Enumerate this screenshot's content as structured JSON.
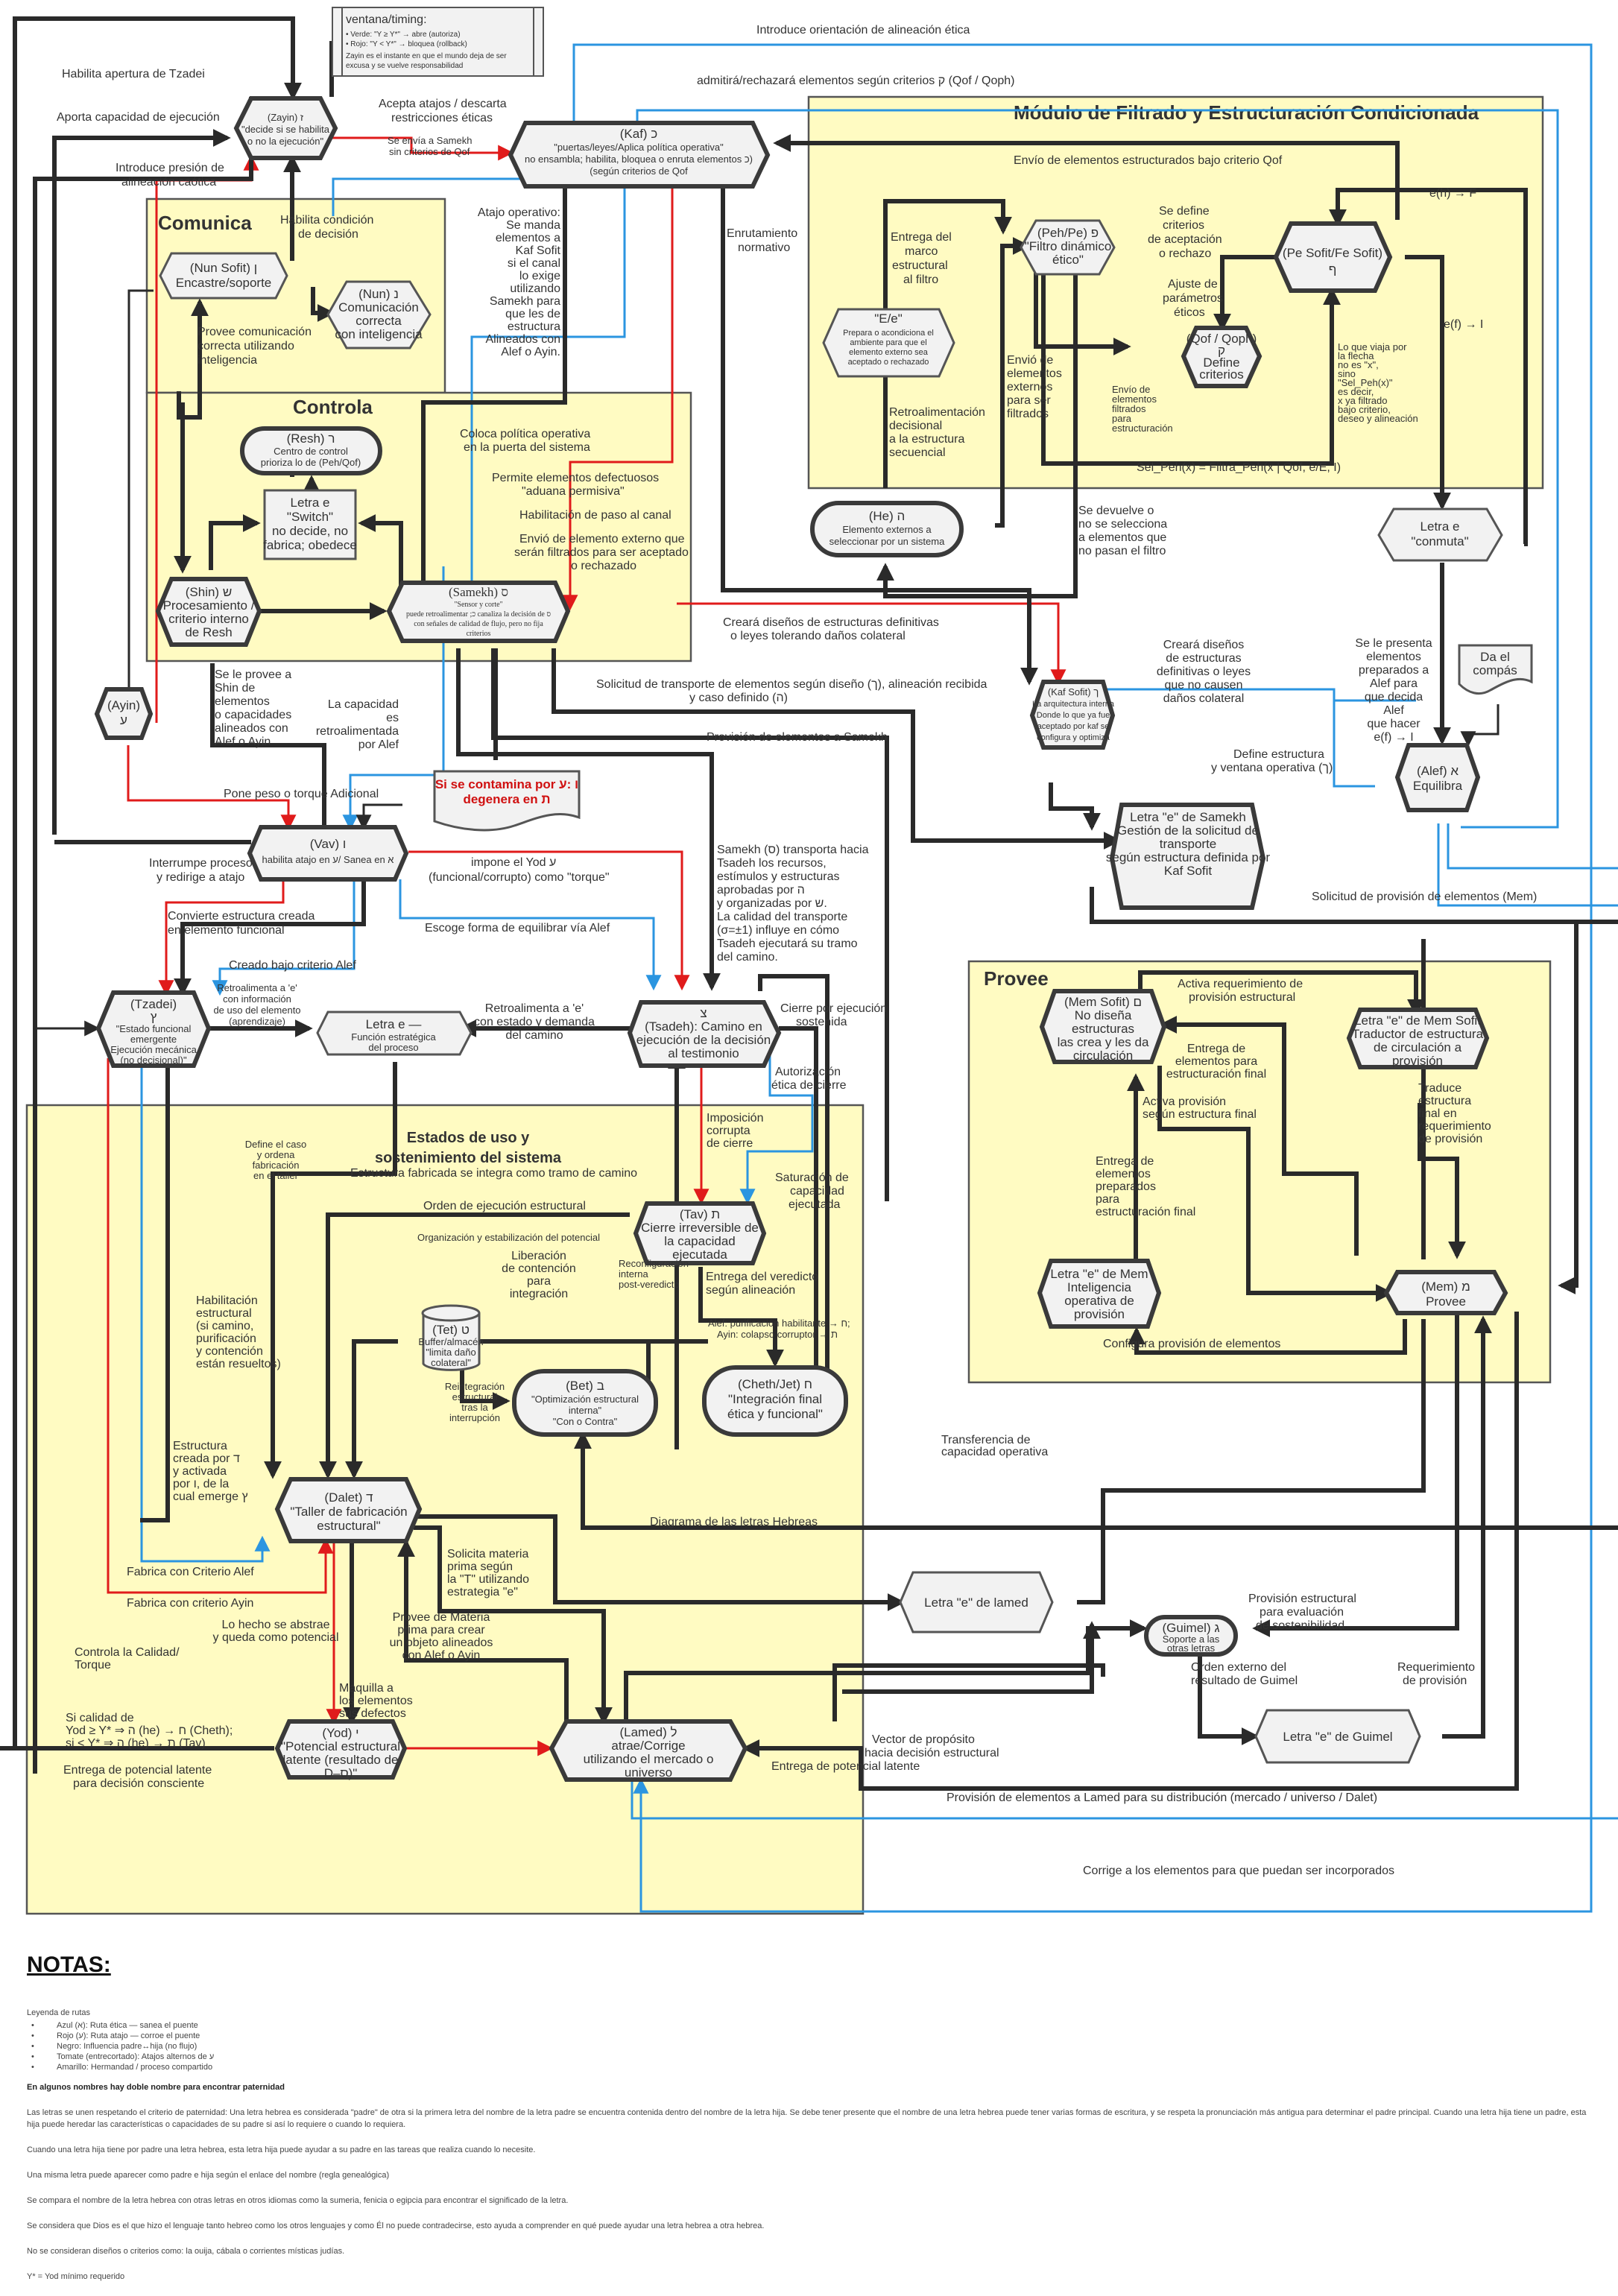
{
  "diagram": {
    "title": "Diagrama de las letras Hebreas",
    "route_colors": {
      "ethical_blue": "#2b95e0",
      "shortcut_red": "#e01b1b",
      "influence_black": "#2a2a2a",
      "alternate_tomato": "#f0a030",
      "shared_yellow": "#f0c030",
      "group_fill": "#fffbc2",
      "node_fill": "#f2f2f2"
    }
  },
  "note_window": {
    "title": "ventana/timing:",
    "lines": [
      "• Verde: \"Y ≥ Y*\" → abre (autoriza)",
      "• Rojo: \"Y < Y*\" → bloquea (rollback)",
      "Zayin es el instante en que el mundo deja de ser",
      "excusa y se vuelve responsabilidad"
    ]
  },
  "groups": {
    "comunica": "Comunica",
    "controla": "Controla",
    "modulo": "Módulo de Filtrado y Estructuración Condicionada",
    "provee": "Provee",
    "estados": [
      "Estados de uso y",
      "sostenimiento del sistema"
    ]
  },
  "nodes": {
    "zayin": [
      "(Zayin) ז",
      "\"decide si se habilita",
      "o no la ejecución\""
    ],
    "kaf": [
      "(Kaf) כ",
      "\"puertas/leyes/Aplica política operativa\"",
      "no ensambla; habilita, bloquea o enruta elementos כ)",
      "(según criterios de Qof"
    ],
    "nun_sofit": [
      "(Nun Sofit) ן",
      "Encastre/soporte"
    ],
    "nun": [
      "(Nun) נ",
      "Comunicación",
      "correcta",
      "con inteligencia"
    ],
    "resh": [
      "(Resh) ר",
      "Centro de control",
      "prioriza lo de (Peh/Qof)"
    ],
    "switch": [
      "Letra e",
      "\"Switch\"",
      "no decide, no",
      "fabrica; obedece"
    ],
    "shin": [
      "(Shin) ש",
      "Procesamiento /",
      "criterio interno",
      "de Resh"
    ],
    "samekh": [
      "(Samekh) ס",
      "\"Sensor y corte\"",
      "puede retroalimentar ;כ canaliza la decisión de ס",
      "con señales de calidad de flujo, pero no fija",
      "criterios"
    ],
    "ee": [
      "\"E/e\"",
      "Prepara o acondiciona el",
      "ambiente para que el",
      "elemento externo sea",
      "aceptado o rechazado"
    ],
    "peh": [
      "(Peh/Pe) פ",
      "\"Filtro dinámico",
      "ético\""
    ],
    "pe_sofit": [
      "(Pe Sofit/Fe Sofit)",
      "ף"
    ],
    "qof": [
      "(Qof / Qoph)",
      "ק",
      "Define",
      "criterios"
    ],
    "he": [
      "(He) ה",
      "Elemento externos a",
      "seleccionar por un sistema"
    ],
    "conmuta": [
      "Letra e",
      "\"conmuta\""
    ],
    "kaf_sofit": [
      "(Kaf Sofit) ך",
      "La arquitectura interna",
      "Donde lo que ya fue",
      "aceptado por kaf se",
      "configura y optimiza"
    ],
    "alef": [
      "(Alef) א",
      "Equilibra"
    ],
    "compas": [
      "Da el",
      "compás"
    ],
    "letra_samekh": [
      "Letra \"e\" de Samekh",
      "Gestión de la solicitud de",
      "transporte",
      "según estructura definida por",
      "Kaf Sofit"
    ],
    "ayin": [
      "(Ayin)",
      "ע"
    ],
    "vav": [
      "(Vav) ו",
      "habilita atajo en ע/  Sanea en א"
    ],
    "contamina": [
      "Si se contamina por ו :ע",
      "degenera en ת"
    ],
    "tzadei": [
      "(Tzadei)",
      "ץ",
      "\"Estado funcional",
      "emergente",
      "Ejecución mecánica",
      "(no decisional)\""
    ],
    "letra_e_func": [
      "Letra e —",
      "Función estratégica",
      "del proceso"
    ],
    "tsadeh": [
      "צ",
      "(Tsadeh): Camino en",
      "ejecución de la decisión",
      "al testimonio"
    ],
    "mem_sofit": [
      "(Mem Sofit) ם",
      "No diseña",
      "estructuras",
      "las crea y les da",
      "circulación"
    ],
    "letra_mem_sofit": [
      "Letra \"e\" de Mem Sofit",
      "Traductor de estructura",
      "de circulación a",
      "provisión"
    ],
    "letra_mem": [
      "Letra \"e\" de Mem",
      "Inteligencia",
      "operativa de",
      "provisión"
    ],
    "mem": [
      "(Mem) מ",
      "Provee"
    ],
    "tav": [
      "(Tav) ת",
      "Cierre irreversible de",
      "la capacidad",
      "ejecutada"
    ],
    "tet": [
      "(Tet) ט",
      "Buffer/almacén",
      "\"limita daño",
      "colateral\""
    ],
    "bet": [
      "(Bet) ב",
      "\"Optimización estructural",
      "interna\"",
      "\"Con o Contra\""
    ],
    "cheth": [
      "(Cheth/Jet) ח",
      "\"Integración final",
      "ética y funcional\""
    ],
    "dalet": [
      "(Dalet) ד",
      "\"Taller de fabricación",
      "estructural\""
    ],
    "yod": [
      "(Yod) י",
      "\"Potencial estructural",
      "latente (resultado de",
      "D–ס)\""
    ],
    "lamed": [
      "(Lamed) ל",
      "atrae/Corrige",
      "utilizando el mercado o",
      "universo"
    ],
    "letra_lamed": [
      "Letra \"e\" de lamed"
    ],
    "guimel": [
      "(Guimel) ג",
      "Soporte a las",
      "otras letras"
    ],
    "letra_guimel": [
      "Letra \"e\" de Guimel"
    ]
  },
  "labels": {
    "habilita_tzadei": "Habilita apertura de Tzadei",
    "aporta_capacidad": "Aporta capacidad de ejecución",
    "introduce_presion": [
      "Introduce presión de",
      "alineación caótica"
    ],
    "acepta_atajos": [
      "Acepta atajos / descarta",
      "restricciones éticas"
    ],
    "se_envia_samekh": [
      "Se envía a Samekh",
      "sin criterios de Qof"
    ],
    "introduce_orientacion": "Introduce orientación de alineación ética",
    "admitira": "admitirá/rechazará elementos según criterios ק (Qof / Qoph)",
    "habilita_condicion": [
      "Habilita condición",
      "de decisión"
    ],
    "provee_comunicacion": [
      "Provee comunicación",
      "correcta utilizando",
      "inteligencia"
    ],
    "atajo_operativo": [
      "Atajo operativo:",
      "Se manda",
      "elementos a",
      "Kaf Sofit",
      "si el canal",
      "lo exige",
      "utilizando",
      "Samekh para",
      "que les de",
      "estructura",
      "Alineados con",
      "Alef o Ayin."
    ],
    "enrutamiento": [
      "Enrutamiento",
      "normativo"
    ],
    "envio_estructurados": "Envío de elementos estructurados bajo criterio Qof",
    "entrega_marco": [
      "Entrega del",
      "marco",
      "estructural",
      "al filtro"
    ],
    "se_define_criterios": [
      "Se define",
      "criterios",
      "de aceptación",
      "o rechazo"
    ],
    "ajuste_parametros": [
      "Ajuste de",
      "parámetros",
      "éticos"
    ],
    "eh_f": "e(h) → F",
    "ef_i": "e(f) → I",
    "envio_externos": [
      "Envió de",
      "elementos",
      "externos",
      "para ser",
      "filtrados"
    ],
    "envio_filtrados": [
      "Envío de",
      "elementos",
      " filtrados",
      "para",
      "estructuración"
    ],
    "lo_que_viaja": [
      "Lo que viaja por",
      "la flecha",
      "no es \"x\",",
      "sino",
      "\"Sel_Peh(x)\"",
      "es decir,",
      "x ya filtrado",
      " bajo criterio,",
      "deseo y alineación"
    ],
    "retroalimentacion_decisional": [
      "Retroalimentación",
      "decisional",
      "a la estructura",
      "secuencial"
    ],
    "sel_peh": "Sel_Peh(x) = Filtra_Peh(x | Qof, e/E, I)",
    "se_devuelve": [
      "Se devuelve o",
      "no se selecciona",
      "a elementos que",
      "no pasan el filtro"
    ],
    "coloca_politica": [
      "Coloca política operativa",
      "en la puerta del sistema"
    ],
    "permite_defectuosos": [
      "Permite elementos defectuosos",
      "\"aduana permisiva\""
    ],
    "habilitacion_paso": "Habilitación de paso al canal",
    "envio_elemento_externo": [
      "Envió de elemento externo que",
      "serán filtrados para ser aceptado",
      "o rechazado"
    ],
    "creara_disenos_colateral": [
      "Creará diseños de estructuras definitivas",
      "o leyes tolerando daños colateral"
    ],
    "solicitud_transporte": [
      "Solicitud de transporte de elementos según diseño (ך), alineación recibida",
      "y caso definido (ה)"
    ],
    "creara_disenos_sin": [
      "Creará diseños",
      "de estructuras",
      "definitivas o leyes",
      "que no causen",
      "daños colateral"
    ],
    "se_le_presenta": [
      "Se le presenta",
      "elementos",
      "preparados a",
      "Alef para",
      "que decida",
      "Alef",
      "que hacer",
      "e(f) → I"
    ],
    "provision_samekh": "Provisión de elementos a Samekh",
    "define_estructura": [
      "Define estructura",
      "y ventana operativa (ך)"
    ],
    "solicitud_mem": "Solicitud de provisión de elementos (Mem)",
    "se_le_provee_shin": [
      "Se le provee a",
      "Shin de",
      "elementos",
      "o capacidades",
      "alineados con",
      "Alef o Ayin"
    ],
    "capacidad_retro": [
      "La capacidad",
      "es",
      "retroalimentada",
      "por Alef"
    ],
    "pone_peso": "Pone peso o torque Adicional",
    "interrumpe": [
      "Interrumpe proceso",
      "y redirige a atajo"
    ],
    "impone_yod": [
      "impone el Yod ע",
      "(funcional/corrupto) como \"torque\""
    ],
    "convierte": [
      "Convierte estructura creada",
      "en elemento funcional"
    ],
    "escoge_forma": "Escoge forma de equilibrar vía Alef",
    "creado_alef": "Creado bajo criterio Alef",
    "samekh_transporta": [
      "Samekh (ס) transporta hacia",
      "Tsadeh los recursos,",
      "estímulos y estructuras",
      "aprobadas por ה",
      "y organizadas por ש.",
      "La calidad del transporte",
      "(σ=±1) influye en cómo",
      " Tsadeh ejecutará su tramo",
      "del camino."
    ],
    "retro_info_uso": [
      "Retroalimenta a 'e'",
      "con información",
      "de uso del elemento",
      "(aprendizaje)"
    ],
    "retro_estado": [
      "Retroalimenta a 'e'",
      "con estado y demanda",
      "del camino"
    ],
    "cierre_sostenida": [
      "Cierre por ejecución",
      "sostenida"
    ],
    "autorizacion_etica": [
      "Autorización",
      "ética de cierre"
    ],
    "imposicion_corrupta": [
      "Imposición",
      "corrupta",
      "de cierre"
    ],
    "saturacion": [
      "Saturación de",
      "capacidad",
      "ejecutada"
    ],
    "activa_requerimiento": [
      "Activa requerimiento de",
      "provisión estructural"
    ],
    "entrega_estructuracion_final": [
      "Entrega de",
      "elementos para",
      "estructuración final"
    ],
    "activa_provision": [
      "Activa provisión",
      "según estructura final"
    ],
    "traduce_estructura": [
      "Traduce",
      "estructura",
      " final en",
      "requerimiento",
      "de provisión"
    ],
    "entrega_preparados": [
      "Entrega de",
      "elementos",
      "preparados",
      "para",
      "estructuración final"
    ],
    "configura_provision": "Configura provisión de elementos",
    "define_caso": [
      "Define el caso",
      "y ordena",
      "fabricación",
      "en el taller"
    ],
    "estructura_integra": "Estructura fabricada se integra como tramo de camino",
    "orden_ejecucion": "Orden de ejecución estructural",
    "organizacion_potencial": "Organización y estabilización del potencial",
    "entrega_veredicto": [
      "Entrega del veredicto",
      "según alineación"
    ],
    "alef_ayin_purif": [
      "Alef: purificación habilitante → ח;",
      "Ayin: colapso corruptor → ת"
    ],
    "reconfiguracion": [
      "Reconfiguración",
      "interna",
      "post-veredicto"
    ],
    "liberacion": [
      "Liberación",
      "de contención",
      "para",
      "integración"
    ],
    "habilitacion_estructural": [
      "Habilitación",
      " estructural",
      "(si camino,",
      "purificación",
      "y contención",
      "están resueltos)"
    ],
    "reintegracion": [
      "Reintegración",
      "estructural",
      "tras la",
      "interrupción"
    ],
    "estructura_creada_dalet": [
      "Estructura",
      "creada por ד",
      " y activada",
      " por ו, de la",
      "cual emerge ץ"
    ],
    "diagrama_letras": "Diagrama de las letras Hebreas",
    "transferencia": [
      "Transferencia de",
      "capacidad operativa"
    ],
    "fabrica_alef": "Fabrica con Criterio Alef",
    "fabrica_ayin": "Fabrica con criterio Ayin",
    "solicita_materia": [
      "Solicita materia",
      "prima según",
      "la \"T\" utilizando",
      "estrategia \"e\""
    ],
    "lo_hecho": [
      "Lo hecho se abstrae",
      "y queda como potencial"
    ],
    "provee_materia": [
      "Provee de Materia",
      "prima para crear",
      "un objeto alineados",
      "con Alef o Ayin"
    ],
    "maquilla": [
      "Maquilla a",
      "los elementos",
      "sus defectos"
    ],
    "controla_calidad": [
      "Controla la Calidad/",
      "Torque"
    ],
    "si_calidad": [
      "Si calidad de",
      " Yod ≥ Y* ⇒ ה (he) → ח (Cheth);",
      "si < Y* ⇒ ה (he) → ת (Tav)"
    ],
    "entrega_potencial": [
      "Entrega de potencial latente",
      "para decisión consciente"
    ],
    "provision_estructural_eval": [
      "Provisión estructural",
      "para evaluación",
      "de sostenibilidad"
    ],
    "orden_externo": [
      "Orden externo del",
      "resultado de Guimel"
    ],
    "requerimiento_provision": [
      "Requerimiento",
      "de provisión"
    ],
    "vector_proposito": [
      "Vector de propósito",
      "hacia decisión estructural"
    ],
    "provision_lamed": "Provisión de elementos a Lamed para su distribución (mercado / universo / Dalet)",
    "corrige": "Corrige a los elementos para que puedan ser incorporados"
  },
  "notes": {
    "heading": "NOTAS:",
    "legend_title": "Leyenda de rutas",
    "legend": [
      "Azul (א): Ruta ética — sanea el puente",
      "Rojo (ע): Ruta atajo — corroe el puente",
      "Negro: Influencia padre↔hija (no flujo)",
      "Tomate (entrecortado): Atajos alternos de ע",
      "Amarillo: Hermandad / proceso compartido"
    ],
    "bold_line": "En algunos nombres hay doble nombre para encontrar paternidad",
    "paragraphs": [
      "Las letras se unen respetando el criterio de paternidad: Una letra hebrea es considerada \"padre\" de otra si la primera letra del nombre de la letra padre se encuentra contenida dentro del nombre de la letra hija. Se debe tener presente que el nombre de una letra hebrea puede tener varias formas de escritura, y se respeta la pronunciación más antigua para determinar el padre principal. Cuando una letra hija tiene un padre, esta hija puede heredar las características o capacidades de su padre si así lo requiere o cuando lo requiera.",
      "Cuando una letra hija tiene por padre una letra hebrea, esta letra hija puede ayudar a su padre en las tareas que realiza cuando lo necesite.",
      "Una misma letra puede aparecer como padre e hija según el enlace del nombre (regla genealógica)",
      "Se compara el nombre de la letra hebrea con otras letras en otros idiomas como la sumeria, fenicia o egipcia para encontrar el significado de la letra.",
      "Se considera que Dios es el que hizo el lenguaje tanto hebreo como los otros lenguajes y como Él no puede contradecirse, esto ayuda a comprender en qué puede ayudar una letra hebrea a otra hebrea.",
      "No se consideran diseños o criterios como: la ouija, cábala o corrientes místicas judías.",
      "Y* = Yod mínimo requerido"
    ]
  }
}
